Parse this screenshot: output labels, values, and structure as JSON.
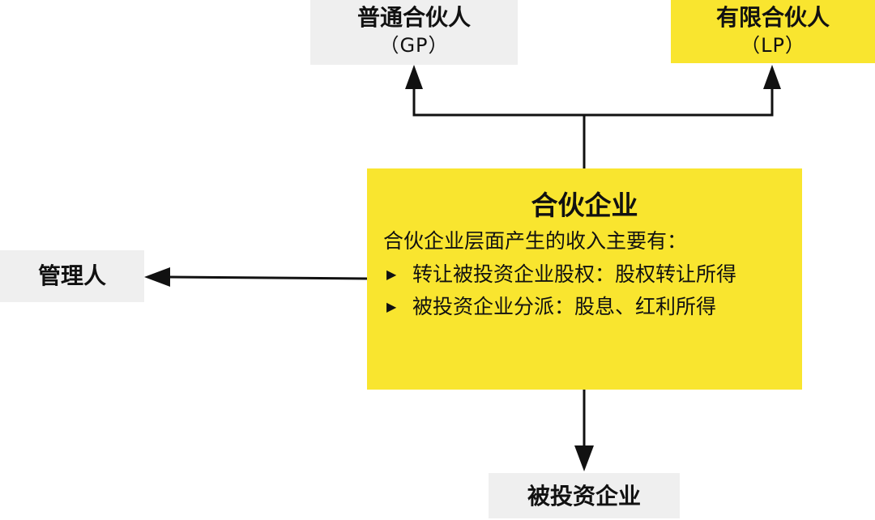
{
  "nodes": {
    "gp": {
      "line1": "普通合伙人",
      "line2": "（GP）"
    },
    "lp": {
      "line1": "有限合伙人",
      "line2": "（LP）"
    },
    "manager": {
      "label": "管理人"
    },
    "target": {
      "label": "被投资企业"
    },
    "partnership": {
      "title": "合伙企业",
      "intro": "合伙企业层面产生的收入主要有：",
      "bullets": [
        "转让被投资企业股权：股权转让所得",
        "被投资企业分派：股息、红利所得"
      ]
    }
  },
  "colors": {
    "yellow": "#f9e52f",
    "gray": "#efefef",
    "line": "#111111"
  },
  "icons": {
    "bullet": "triangle-right-icon"
  }
}
